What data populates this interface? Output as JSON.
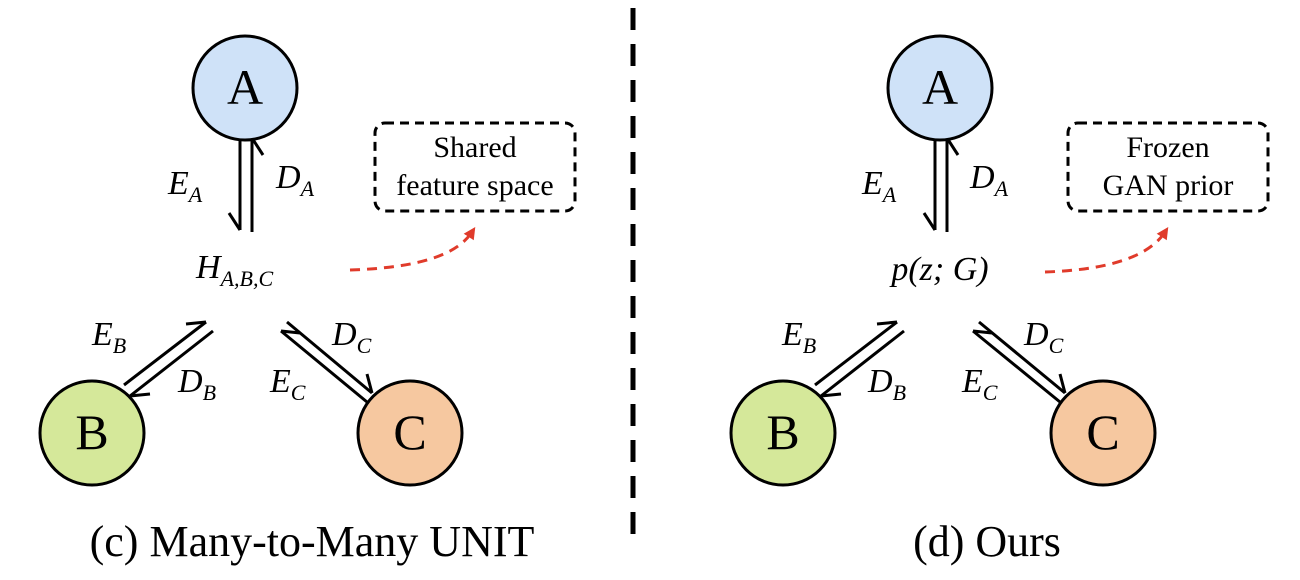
{
  "left": {
    "nodes": {
      "a": "A",
      "b": "B",
      "c": "C"
    },
    "center_label": {
      "main": "H",
      "sub": "A,B,C"
    },
    "edges": {
      "ea": {
        "main": "E",
        "sub": "A"
      },
      "da": {
        "main": "D",
        "sub": "A"
      },
      "eb": {
        "main": "E",
        "sub": "B"
      },
      "db": {
        "main": "D",
        "sub": "B"
      },
      "ec": {
        "main": "E",
        "sub": "C"
      },
      "dc": {
        "main": "D",
        "sub": "C"
      }
    },
    "callout": {
      "line1": "Shared",
      "line2": "feature space"
    },
    "caption": "(c) Many-to-Many UNIT"
  },
  "right": {
    "nodes": {
      "a": "A",
      "b": "B",
      "c": "C"
    },
    "center_label": "p(z; G)",
    "edges": {
      "ea": {
        "main": "E",
        "sub": "A"
      },
      "da": {
        "main": "D",
        "sub": "A"
      },
      "eb": {
        "main": "E",
        "sub": "B"
      },
      "db": {
        "main": "D",
        "sub": "B"
      },
      "ec": {
        "main": "E",
        "sub": "C"
      },
      "dc": {
        "main": "D",
        "sub": "C"
      }
    },
    "callout": {
      "line1": "Frozen",
      "line2": "GAN prior"
    },
    "caption": "(d) Ours"
  },
  "colors": {
    "node_a": "#cfe2f8",
    "node_b": "#d5e89a",
    "node_c": "#f6c8a0",
    "pointer_arrow": "#e03b2b"
  }
}
